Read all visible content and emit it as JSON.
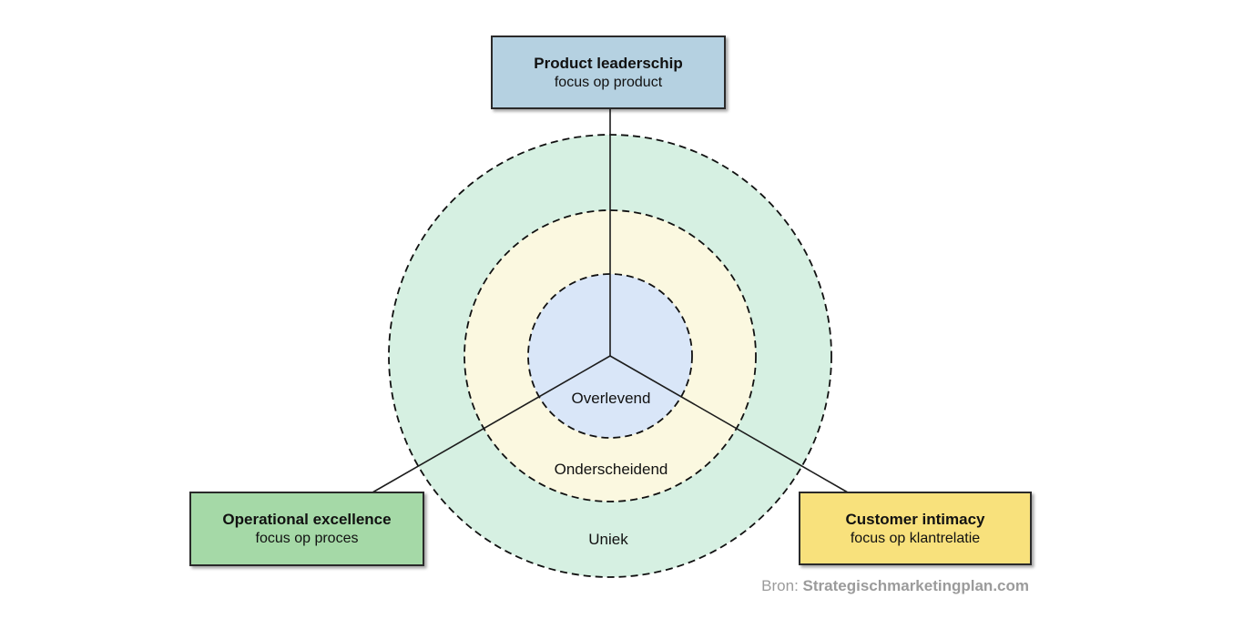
{
  "diagram": {
    "title_boxes": {
      "product": {
        "title": "Product leaderschip",
        "subtitle": "focus op product",
        "fill": "#b5d1e1"
      },
      "operational": {
        "title": "Operational excellence",
        "subtitle": "focus op proces",
        "fill": "#a5d9a7"
      },
      "customer": {
        "title": "Customer intimacy",
        "subtitle": "focus op klantrelatie",
        "fill": "#f8e17c"
      }
    },
    "rings": {
      "outer": {
        "label": "Uniek",
        "fill": "#d6f0e2"
      },
      "middle": {
        "label": "Onderscheidend",
        "fill": "#fbf8e0"
      },
      "inner": {
        "label": "Overlevend",
        "fill": "#d9e6f8"
      }
    },
    "line_color": "#1c1c1c",
    "attribution": {
      "prefix": "Bron: ",
      "source": "Strategischmarketingplan.com",
      "color": "#9b9b9b"
    }
  }
}
